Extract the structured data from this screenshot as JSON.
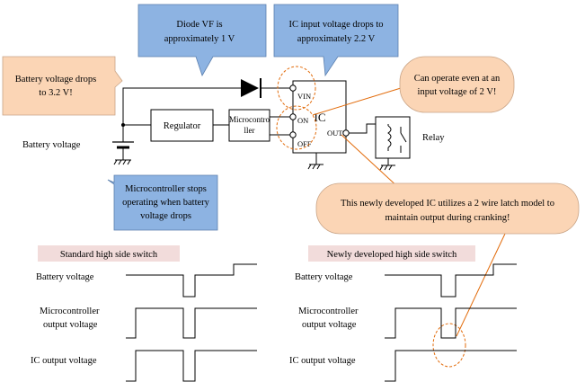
{
  "callouts": {
    "battery_drop": [
      "Battery voltage drops",
      "to 3.2 V!"
    ],
    "diode_vf": [
      "Diode VF is",
      "approximately 1 V"
    ],
    "ic_input": [
      "IC input voltage drops to",
      "approximately 2.2 V"
    ],
    "can_operate": [
      "Can operate even at an",
      "input voltage of 2 V!"
    ],
    "micro_stops": [
      "Microcontroller stops",
      "operating when battery",
      "voltage drops"
    ],
    "newly_ic": [
      "This newly developed IC utilizes a 2 wire latch model to",
      "maintain output during cranking!"
    ]
  },
  "circuit": {
    "battery_label": "Battery voltage",
    "regulator_label": "Regulator",
    "micro_label": [
      "Microcontro",
      "ller"
    ],
    "ic_label": "IC",
    "pins": {
      "vin": "VIN",
      "on": "ON",
      "off": "OFF",
      "out": "OUT"
    },
    "relay_label": "Relay"
  },
  "panels": {
    "standard": {
      "title": "Standard high side switch",
      "rows": [
        [
          "Battery voltage"
        ],
        [
          "Microcontroller",
          "output voltage"
        ],
        [
          "IC output voltage"
        ]
      ]
    },
    "newly": {
      "title": "Newly developed high side switch",
      "rows": [
        [
          "Battery voltage"
        ],
        [
          "Microcontroller",
          "output voltage"
        ],
        [
          "IC output voltage"
        ]
      ]
    }
  },
  "colors": {
    "orange_fill": "#fbd5b5",
    "blue_fill": "#8db3e2",
    "title_band": "#f2dcdb",
    "callout_line": "#e26b0a",
    "ellipse": "#e26b0a"
  }
}
